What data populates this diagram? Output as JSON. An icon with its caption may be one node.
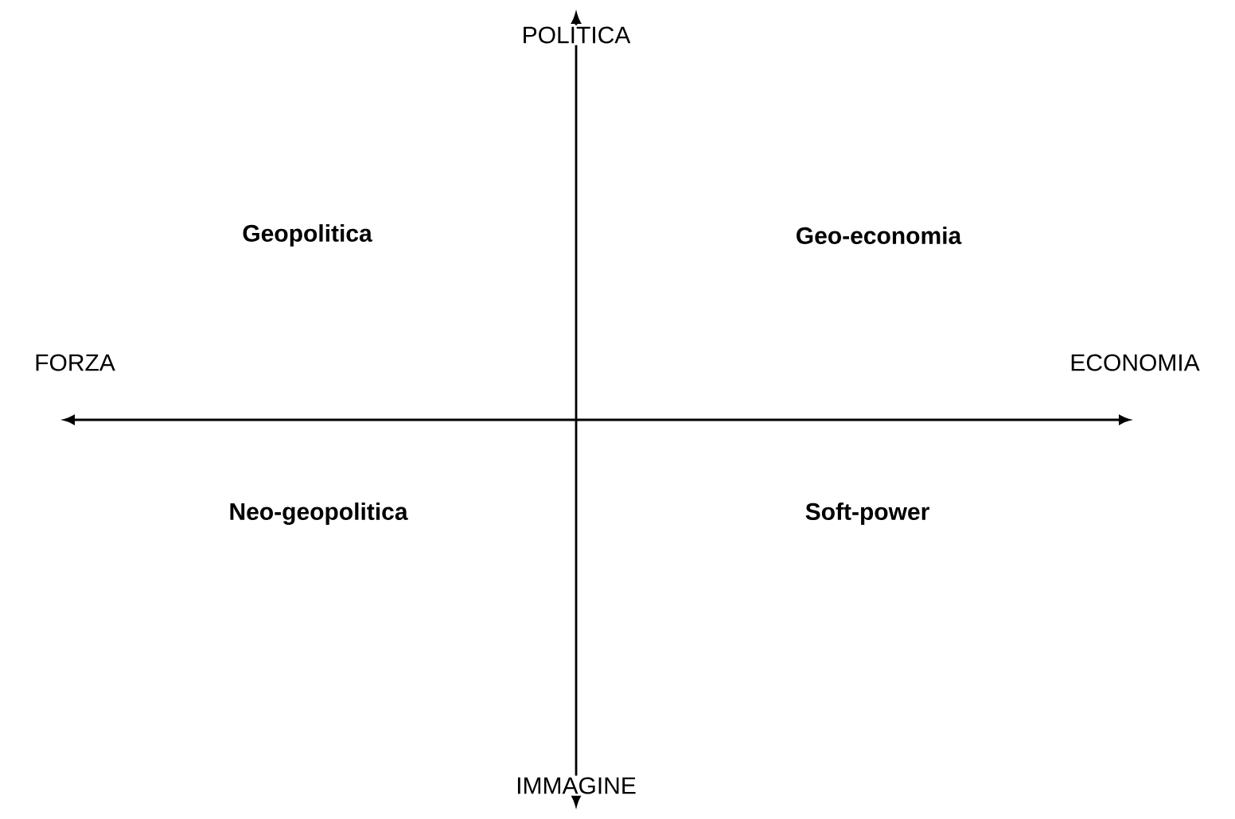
{
  "diagram": {
    "labels": [
      "POLITICA",
      "Geopolitica",
      "Geo-economia",
      "FORZA",
      "ECONOMIA",
      "Neo-geopolitica",
      "Soft-power",
      "IMMAGINE"
    ]
  }
}
